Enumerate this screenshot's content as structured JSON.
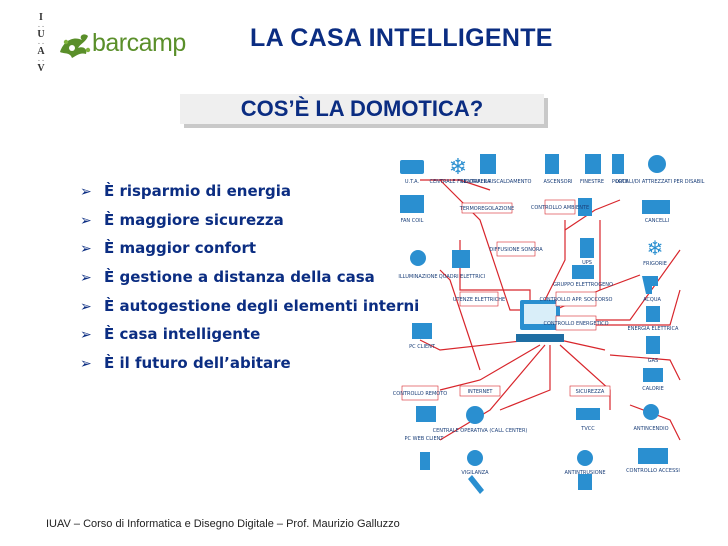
{
  "header": {
    "iuav_letters": [
      "I",
      "U",
      "A",
      "V"
    ],
    "brand": "barcamp",
    "title": "LA CASA INTELLIGENTE"
  },
  "subtitle": "COS’È LA DOMOTICA?",
  "bullets": [
    "È risparmio di energia",
    "È maggiore sicurezza",
    "È maggior confort",
    "È gestione a distanza della casa",
    "È autogestione degli elementi interni",
    "È casa intelligente",
    "È il futuro dell’abitare"
  ],
  "diagram": {
    "labels": {
      "uta": "U.T.A.",
      "centrale_frigo": "CENTRALE FRIGORIFERA",
      "centrale_risc": "CENTRALE RISCALDAMENTO",
      "ascensori": "ASCENSORI",
      "finestre": "FINESTRE",
      "porte": "PORTE",
      "locali": "LOCALI/DI ATTREZZATI PER DISABIL",
      "fan_coil": "FAN COIL",
      "termoregolazione": "TERMOREGOLAZIONE",
      "controllo_ambiente": "CONTROLLO AMBIENTE",
      "cancelli": "CANCELLI",
      "diffusione_sonora": "DIFFUSIONE SONORA",
      "frigorie": "FRIGORIE",
      "ups": "UPS",
      "illuminazione": "ILLUMINAZIONE",
      "quadri_elettrici": "QUADRI ELETTRICI",
      "gruppo_elettrogeno": "GRUPPO ELETTROGENO",
      "acqua": "ACQUA",
      "utenze_elettriche": "UTENZE ELETTRICHE",
      "controllo_app": "CONTROLLO APP. SOCCORSO",
      "energia_elettrica": "ENERGIA ELETTRICA",
      "pc_client": "PC CLIENT",
      "controllo_energetico": "CONTROLLO ENERGETICO",
      "gas": "GAS",
      "calorie": "CALORIE",
      "controllo_remoto": "CONTROLLO REMOTO",
      "internet": "INTERNET",
      "sicurezza": "SICUREZZA",
      "centrale_operativa": "CENTRALE OPERATIVA (CALL CENTER)",
      "tvcc": "TVCC",
      "antincendio": "ANTINCENDIO",
      "pc_web_client": "PC WEB CLIENT",
      "vigilanza": "VIGILANZA",
      "antintrusione": "ANTINTRUSIONE",
      "controllo_accessi": "CONTROLLO ACCESSI"
    },
    "colors": {
      "line": "#d8262c",
      "icon": "#2a8fd0",
      "box_fill": "#ffffff",
      "box_stroke": "#d8262c",
      "text": "#1a3e78"
    }
  },
  "footer": "IUAV – Corso di Informatica e Disegno Digitale – Prof. Maurizio Galluzzo"
}
